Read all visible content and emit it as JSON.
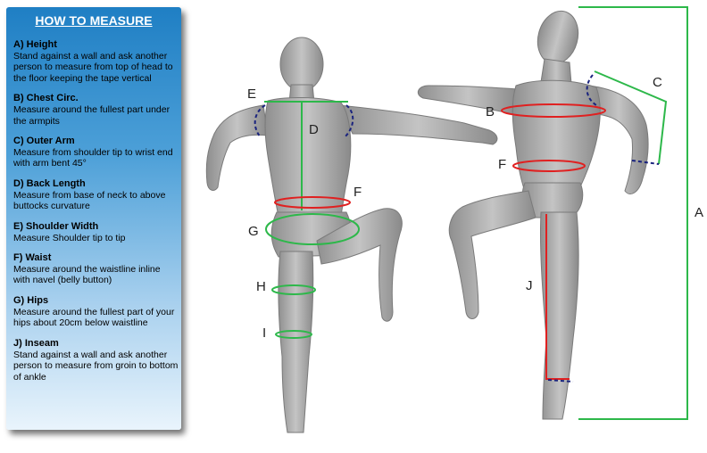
{
  "panel": {
    "title": "HOW TO MEASURE",
    "items": [
      {
        "title": "A) Height",
        "desc": "Stand against a wall and ask another person to measure from top of head to the floor keeping the tape vertical"
      },
      {
        "title": "B) Chest Circ.",
        "desc": "Measure around the fullest part under the armpits"
      },
      {
        "title": "C)  Outer Arm",
        "desc": "Measure from shoulder tip to wrist end with arm bent 45°"
      },
      {
        "title": "D) Back Length",
        "desc": "Measure from base of neck to above buttocks curvature"
      },
      {
        "title": "E) Shoulder Width",
        "desc": "Measure Shoulder tip to tip"
      },
      {
        "title": "F) Waist",
        "desc": "Measure around the waistline inline with navel (belly button)"
      },
      {
        "title": "G) Hips",
        "desc": "Measure around the fullest part of your hips about 20cm below waistline"
      },
      {
        "title": "J) Inseam",
        "desc": "Stand against a wall and ask another person to measure from groin to bottom of ankle"
      }
    ]
  },
  "labels": {
    "back": {
      "e": "E",
      "d": "D",
      "f": "F",
      "g": "G",
      "h": "H",
      "i": "I"
    },
    "front": {
      "a": "A",
      "b": "B",
      "c": "C",
      "f": "F",
      "j": "J"
    }
  },
  "colors": {
    "tape_red": "#e02020",
    "tape_green": "#2db84a",
    "tape_navy": "#1a237e",
    "body_gray": "#a9a9a9"
  }
}
